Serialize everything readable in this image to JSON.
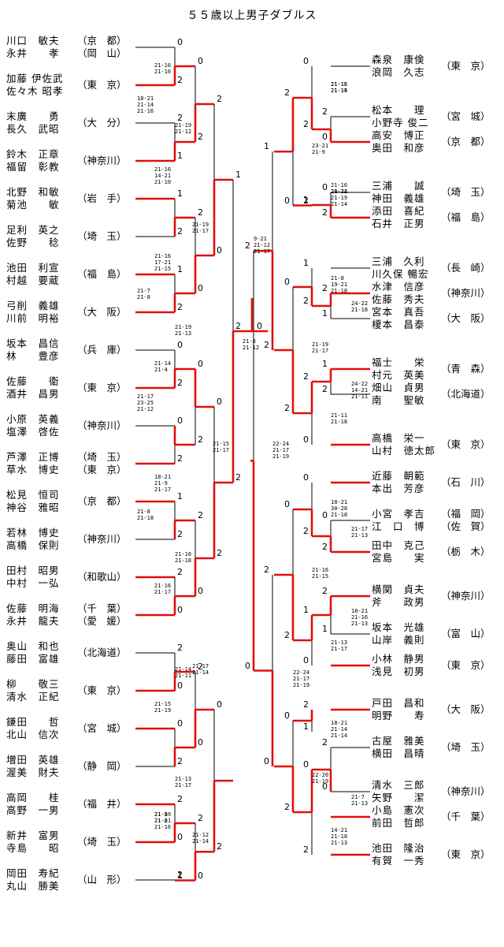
{
  "title": "５５歳以上男子ダブルス",
  "left_pairs": [
    {
      "p1": "川口　敏夫",
      "p2": "永井　　孝",
      "pref": "（京　都）",
      "pref2": "（岡　山）"
    },
    {
      "p1": "加藤 伊佐武",
      "p2": "佐々木 昭孝",
      "pref": "（東　京）",
      "pref2": ""
    },
    {
      "p1": "末廣　　勇",
      "p2": "長久　武昭",
      "pref": "（大　分）",
      "pref2": ""
    },
    {
      "p1": "鈴木　正章",
      "p2": "福留　彰教",
      "pref": "（神奈川）",
      "pref2": ""
    },
    {
      "p1": "北野　和敏",
      "p2": "菊池　　敏",
      "pref": "（岩　手）",
      "pref2": ""
    },
    {
      "p1": "足利　英之",
      "p2": "佐野　　稔",
      "pref": "（埼　玉）",
      "pref2": ""
    },
    {
      "p1": "池田　利宣",
      "p2": "村越　要蔵",
      "pref": "（福　島）",
      "pref2": ""
    },
    {
      "p1": "弓削　義雄",
      "p2": "川前　明裕",
      "pref": "（大　阪）",
      "pref2": ""
    },
    {
      "p1": "坂本　昌信",
      "p2": "林　　豊彦",
      "pref": "（兵　庫）",
      "pref2": ""
    },
    {
      "p1": "佐藤　　衛",
      "p2": "酒井　昌男",
      "pref": "（東　京）",
      "pref2": ""
    },
    {
      "p1": "小原　英義",
      "p2": "塩澤　啓佐",
      "pref": "（神奈川）",
      "pref2": ""
    },
    {
      "p1": "芦澤　正博",
      "p2": "草水　博史",
      "pref": "（埼　玉）",
      "pref2": "（東　京）"
    },
    {
      "p1": "松見　恒司",
      "p2": "神谷　雅昭",
      "pref": "（京　都）",
      "pref2": ""
    },
    {
      "p1": "若林　博史",
      "p2": "高橋　保則",
      "pref": "（神奈川）",
      "pref2": ""
    },
    {
      "p1": "田村　昭男",
      "p2": "中村　一弘",
      "pref": "（和歌山）",
      "pref2": ""
    },
    {
      "p1": "佐藤　明海",
      "p2": "永井　龍夫",
      "pref": "（千　葉）",
      "pref2": "（愛　媛）"
    },
    {
      "p1": "奥山　和也",
      "p2": "藤田　富雄",
      "pref": "（北海道）",
      "pref2": ""
    },
    {
      "p1": "柳　　敬三",
      "p2": "清水　正紀",
      "pref": "（東　京）",
      "pref2": ""
    },
    {
      "p1": "鎌田　　哲",
      "p2": "北山　信次",
      "pref": "（宮　城）",
      "pref2": ""
    },
    {
      "p1": "増田　英雄",
      "p2": "渥美　財夫",
      "pref": "（静　岡）",
      "pref2": ""
    },
    {
      "p1": "高岡　　桂",
      "p2": "高野　一男",
      "pref": "（福　井）",
      "pref2": ""
    },
    {
      "p1": "新井　富男",
      "p2": "寺島　　昭",
      "pref": "（埼　玉）",
      "pref2": ""
    },
    {
      "p1": "岡田　寿紀",
      "p2": "丸山　勝美",
      "pref": "（山　形）",
      "pref2": ""
    }
  ],
  "right_pairs": [
    {
      "p1": "森泉　康倹",
      "p2": "浪岡　久志",
      "pref": "（東　京）",
      "pref2": ""
    },
    {
      "p1": "松本　　理",
      "p2": "小野寺 俊二",
      "pref": "（宮　城）",
      "pref2": ""
    },
    {
      "p1": "高安　博正",
      "p2": "奥田　和彦",
      "pref": "（京　都）",
      "pref2": ""
    },
    {
      "p1": "三浦　　誠",
      "p2": "神田　義雄",
      "pref": "（埼　玉）",
      "pref2": ""
    },
    {
      "p1": "添田　喜紀",
      "p2": "石井　正男",
      "pref": "（福　島）",
      "pref2": ""
    },
    {
      "p1": "三浦　久利",
      "p2": "川久保 暢宏",
      "pref": "（長　崎）",
      "pref2": ""
    },
    {
      "p1": "水津　信彦",
      "p2": "佐藤　秀夫",
      "pref": "（神奈川）",
      "pref2": ""
    },
    {
      "p1": "宮本　真吾",
      "p2": "榎本　昌泰",
      "pref": "（大　阪）",
      "pref2": ""
    },
    {
      "p1": "福士　　栄",
      "p2": "村元　英美",
      "pref": "（青　森）",
      "pref2": ""
    },
    {
      "p1": "畑山　貞男",
      "p2": "南　　聖敏",
      "pref": "（北海道）",
      "pref2": ""
    },
    {
      "p1": "高橋　栄一",
      "p2": "山村　徳太郎",
      "pref": "（東　京）",
      "pref2": ""
    },
    {
      "p1": "近藤　朝範",
      "p2": "本出　芳彦",
      "pref": "（石　川）",
      "pref2": ""
    },
    {
      "p1": "小宮　孝吉",
      "p2": "江　口　博",
      "pref": "（福　岡）",
      "pref2": "（佐　賀）"
    },
    {
      "p1": "田中　克己",
      "p2": "宮島　　実",
      "pref": "（栃　木）",
      "pref2": ""
    },
    {
      "p1": "横関　貞夫",
      "p2": "斧　　政男",
      "pref": "（神奈川）",
      "pref2": ""
    },
    {
      "p1": "坂本　光雄",
      "p2": "山岸　義則",
      "pref": "（富　山）",
      "pref2": ""
    },
    {
      "p1": "小林　静男",
      "p2": "浅見　初男",
      "pref": "（東　京）",
      "pref2": ""
    },
    {
      "p1": "戸田　昌和",
      "p2": "明野　　寿",
      "pref": "（大　阪）",
      "pref2": ""
    },
    {
      "p1": "古屋　雅美",
      "p2": "横田　昌晴",
      "pref": "（埼　玉）",
      "pref2": ""
    },
    {
      "p1": "清水　三郎",
      "p2": "矢野　　潔",
      "pref": "（神奈川）",
      "pref2": ""
    },
    {
      "p1": "小島　憲次",
      "p2": "前田　哲郎",
      "pref": "（千　葉）",
      "pref2": ""
    },
    {
      "p1": "池田　隆治",
      "p2": "有賀　一秀",
      "pref": "（東　京）",
      "pref2": ""
    }
  ],
  "matches": {
    "L1": {
      "a": "0",
      "b": "2",
      "scores": [
        "21-16",
        "21-16"
      ]
    },
    "L2": {
      "a": "2",
      "b": "1",
      "scores": [
        "18-21",
        "21-14",
        "21-16"
      ]
    },
    "L3": {
      "a": "1",
      "b": "2",
      "scores": [
        "21-16",
        "14-21",
        "21-10"
      ]
    },
    "L4": {
      "a": "1",
      "b": "2",
      "scores": [
        "21-16",
        "17-21",
        "21-15"
      ]
    },
    "L5": {
      "a": "0",
      "b": "2",
      "scores": [
        "21-7",
        "21-8"
      ]
    },
    "L6": {
      "a": "0",
      "b": "2",
      "scores": [
        "21-14",
        "21-4"
      ]
    },
    "L7": {
      "a": "1",
      "b": "2",
      "scores": [
        "21-17",
        "23-25",
        "21-12"
      ]
    },
    "L8": {
      "a": "2",
      "b": "0",
      "scores": [
        "18-21",
        "21-9",
        "21-17"
      ]
    },
    "L9": {
      "a": "2",
      "b": "0",
      "scores": [
        "21-8",
        "21-18"
      ]
    },
    "L10": {
      "a": "0",
      "b": "2",
      "scores": [
        "21-16",
        "21-17"
      ]
    },
    "L11": {
      "a": "2",
      "b": "0",
      "scores": [
        "21-15",
        "21-19"
      ]
    },
    "L12": {
      "a": "2",
      "b": "1",
      "scores": [
        "21-19",
        "21-21",
        "21-16"
      ]
    },
    "L13": {
      "a": "0",
      "b": "2",
      "scores": [
        "21-19",
        "21-12"
      ]
    },
    "L14": {
      "a": "2",
      "b": "0",
      "scores": [
        "21-19",
        "21-13"
      ]
    },
    "L15": {
      "a": "0",
      "b": "2",
      "scores": [
        "21-16",
        "21-18"
      ]
    },
    "L16": {
      "a": "2",
      "b": "0",
      "scores": [
        "21-14",
        "21-11"
      ]
    },
    "L17": {
      "a": "2",
      "b": "0",
      "scores": [
        "21-13",
        "21-17"
      ]
    },
    "L18": {
      "a": "2",
      "b": "0",
      "scores": [
        "21-8",
        "21-8"
      ]
    },
    "L19": {
      "a": "2",
      "b": "0",
      "scores": [
        "21-19",
        "21-17"
      ]
    },
    "L20": {
      "a": "0",
      "b": "2",
      "scores": [
        "21-17",
        "21-14"
      ]
    },
    "L21": {
      "a": "0",
      "b": "2",
      "scores": [
        "21-12",
        "21-14"
      ]
    },
    "L22": {
      "a": "1",
      "b": "2",
      "scores": [
        "21-15",
        "21-17"
      ]
    },
    "L23": {
      "a": "2",
      "b": "0",
      "scores": [
        "21-15",
        "20-22",
        "21-14"
      ]
    },
    "R1": {
      "a": "2",
      "b": "0",
      "scores": [
        "21-16",
        "21-14"
      ]
    },
    "R2": {
      "a": "0",
      "b": "2",
      "scores": [
        "21-16",
        "21-14"
      ]
    },
    "R3": {
      "a": "2",
      "b": "1",
      "scores": [
        "24-22",
        "21-18"
      ]
    },
    "R4": {
      "a": "1",
      "b": "2",
      "scores": [
        "24-22",
        "14-21",
        "21-11"
      ]
    },
    "R5": {
      "a": "0",
      "b": "2",
      "scores": [
        "21-17",
        "21-13"
      ]
    },
    "R6": {
      "a": "2",
      "b": "1",
      "scores": [
        "18-21",
        "21-16",
        "21-13"
      ]
    },
    "R7": {
      "a": "2",
      "b": "0",
      "scores": [
        "21-7",
        "21-13"
      ]
    },
    "R8": {
      "a": "0",
      "b": "2",
      "scores": [
        "21-15",
        "21-15"
      ]
    },
    "R9": {
      "a": "1",
      "b": "2",
      "scores": [
        "20-22",
        "21-19",
        "21-14"
      ]
    },
    "R10": {
      "a": "1",
      "b": "2",
      "scores": [
        "21-8",
        "19-21",
        "21-18"
      ]
    },
    "R11": {
      "a": "2",
      "b": "0",
      "scores": [
        "21-11",
        "21-18"
      ]
    },
    "R12": {
      "a": "0",
      "b": "2",
      "scores": [
        "18-21",
        "30-28",
        "21-18"
      ]
    },
    "R13": {
      "a": "1",
      "b": "0",
      "scores": [
        "21-13",
        "21-17"
      ]
    },
    "R14": {
      "a": "2",
      "b": "1",
      "scores": [
        "18-21",
        "21-14",
        "21-14"
      ]
    },
    "R15": {
      "a": "0",
      "b": "2",
      "scores": [
        "14-21",
        "21-18",
        "21-13"
      ]
    },
    "R16": {
      "a": "2",
      "b": "0",
      "scores": [
        "23-21",
        "21-9"
      ]
    },
    "R17": {
      "a": "0",
      "b": "2",
      "scores": [
        "21-19",
        "21-17"
      ]
    },
    "R18": {
      "a": "0",
      "b": "2",
      "scores": [
        "21-16",
        "21-15"
      ]
    },
    "R19": {
      "a": "0",
      "b": "2",
      "scores": [
        "22-20",
        "21-19"
      ]
    },
    "R20": {
      "a": "1",
      "b": "2",
      "scores": [
        "9-21",
        "21-12",
        "21-17"
      ]
    },
    "R21": {
      "a": "2",
      "b": "0",
      "scores": [
        "22-24",
        "21-17",
        "21-19"
      ]
    },
    "F": {
      "a": "2",
      "b": "0",
      "scores": [
        "21-8",
        "21-12"
      ]
    }
  },
  "colors": {
    "win": "#e01010",
    "line": "#000000"
  }
}
